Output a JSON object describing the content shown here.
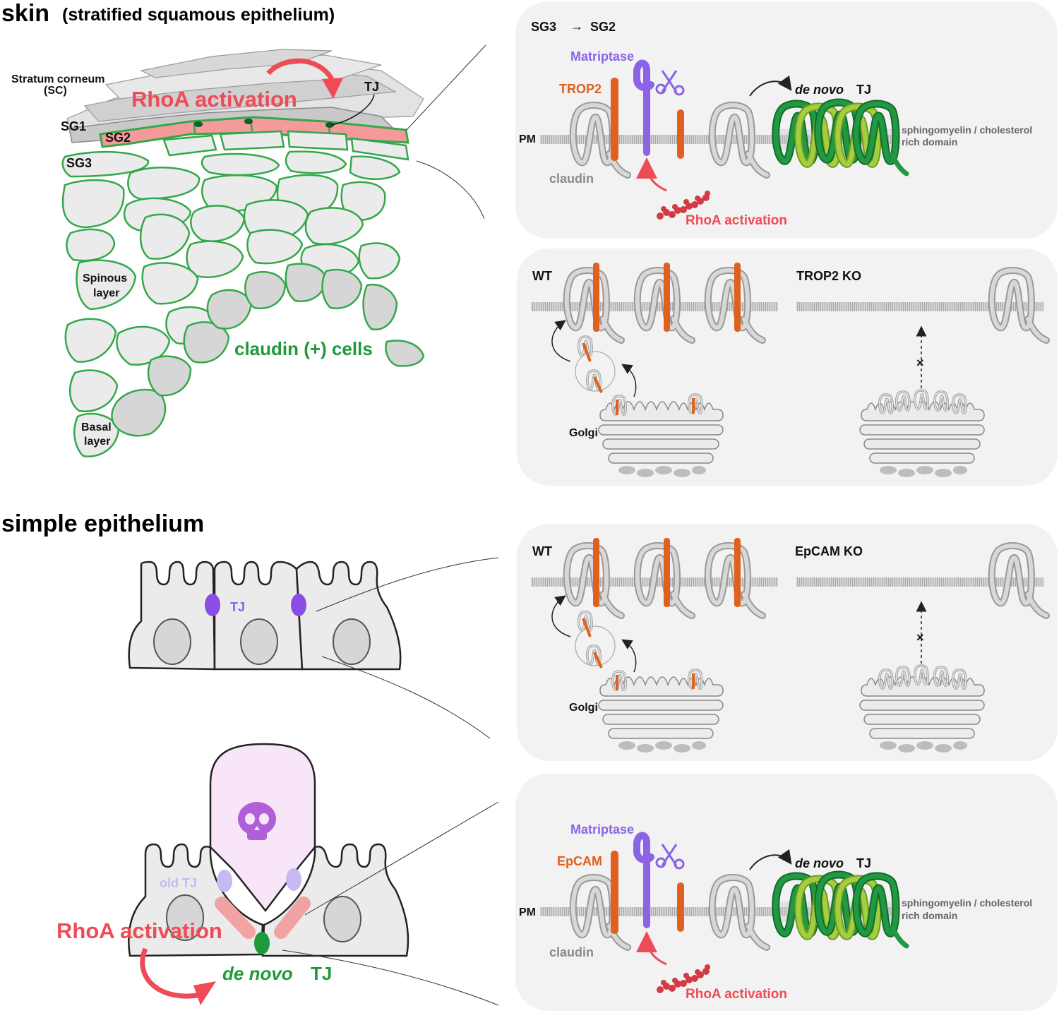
{
  "skin": {
    "title": "skin",
    "subtitle": "(stratified squamous epithelium)",
    "stratum_corneum_line1": "Stratum corneum",
    "stratum_corneum_line2": "(SC)",
    "rhoa": "RhoA activation",
    "tj": "TJ",
    "sg1": "SG1",
    "sg2": "SG2",
    "sg3": "SG3",
    "spinous_line1": "Spinous",
    "spinous_line2": "layer",
    "basal_line1": "Basal",
    "basal_line2": "layer",
    "claudin_cells": "claudin (+) cells"
  },
  "panel1": {
    "title": "SG3",
    "arrow_glyph": "→",
    "title_end": "SG2",
    "matriptase": "Matriptase",
    "adhesion": "TROP2",
    "pm": "PM",
    "claudin": "claudin",
    "rhoa": "RhoA activation",
    "de_novo": "de novo",
    "tj": "TJ",
    "domain_line1": "sphingomyelin / cholesterol",
    "domain_line2": "rich domain"
  },
  "panel2": {
    "wt": "WT",
    "ko": "TROP2 KO",
    "golgi": "Golgi"
  },
  "simple": {
    "title": "simple epithelium",
    "tj": "TJ",
    "old_tj": "old TJ",
    "rhoa": "RhoA activation",
    "de_novo": "de novo",
    "tj2": "TJ"
  },
  "panel3": {
    "wt": "WT",
    "ko": "EpCAM KO",
    "golgi": "Golgi"
  },
  "panel4": {
    "matriptase": "Matriptase",
    "adhesion": "EpCAM",
    "pm": "PM",
    "claudin": "claudin",
    "rhoa": "RhoA activation",
    "de_novo": "de novo",
    "tj": "TJ",
    "domain_line1": "sphingomyelin / cholesterol",
    "domain_line2": "rich domain"
  },
  "colors": {
    "claudin_green": "#33a84a",
    "dark_green": "#1c8a3a",
    "light_green": "#9cc83c",
    "trop2_orange": "#e0601e",
    "matriptase_purple": "#8a63e6",
    "rhoa_red": "#ef4b57",
    "panel_bg": "#f2f2f2"
  }
}
